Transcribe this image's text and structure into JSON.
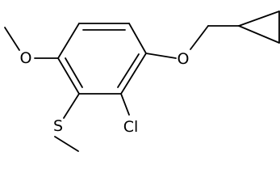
{
  "atoms": {
    "methoxy_oxygen": "O",
    "sulfur": "S",
    "chlorine": "Cl",
    "ether_oxygen": "O"
  }
}
